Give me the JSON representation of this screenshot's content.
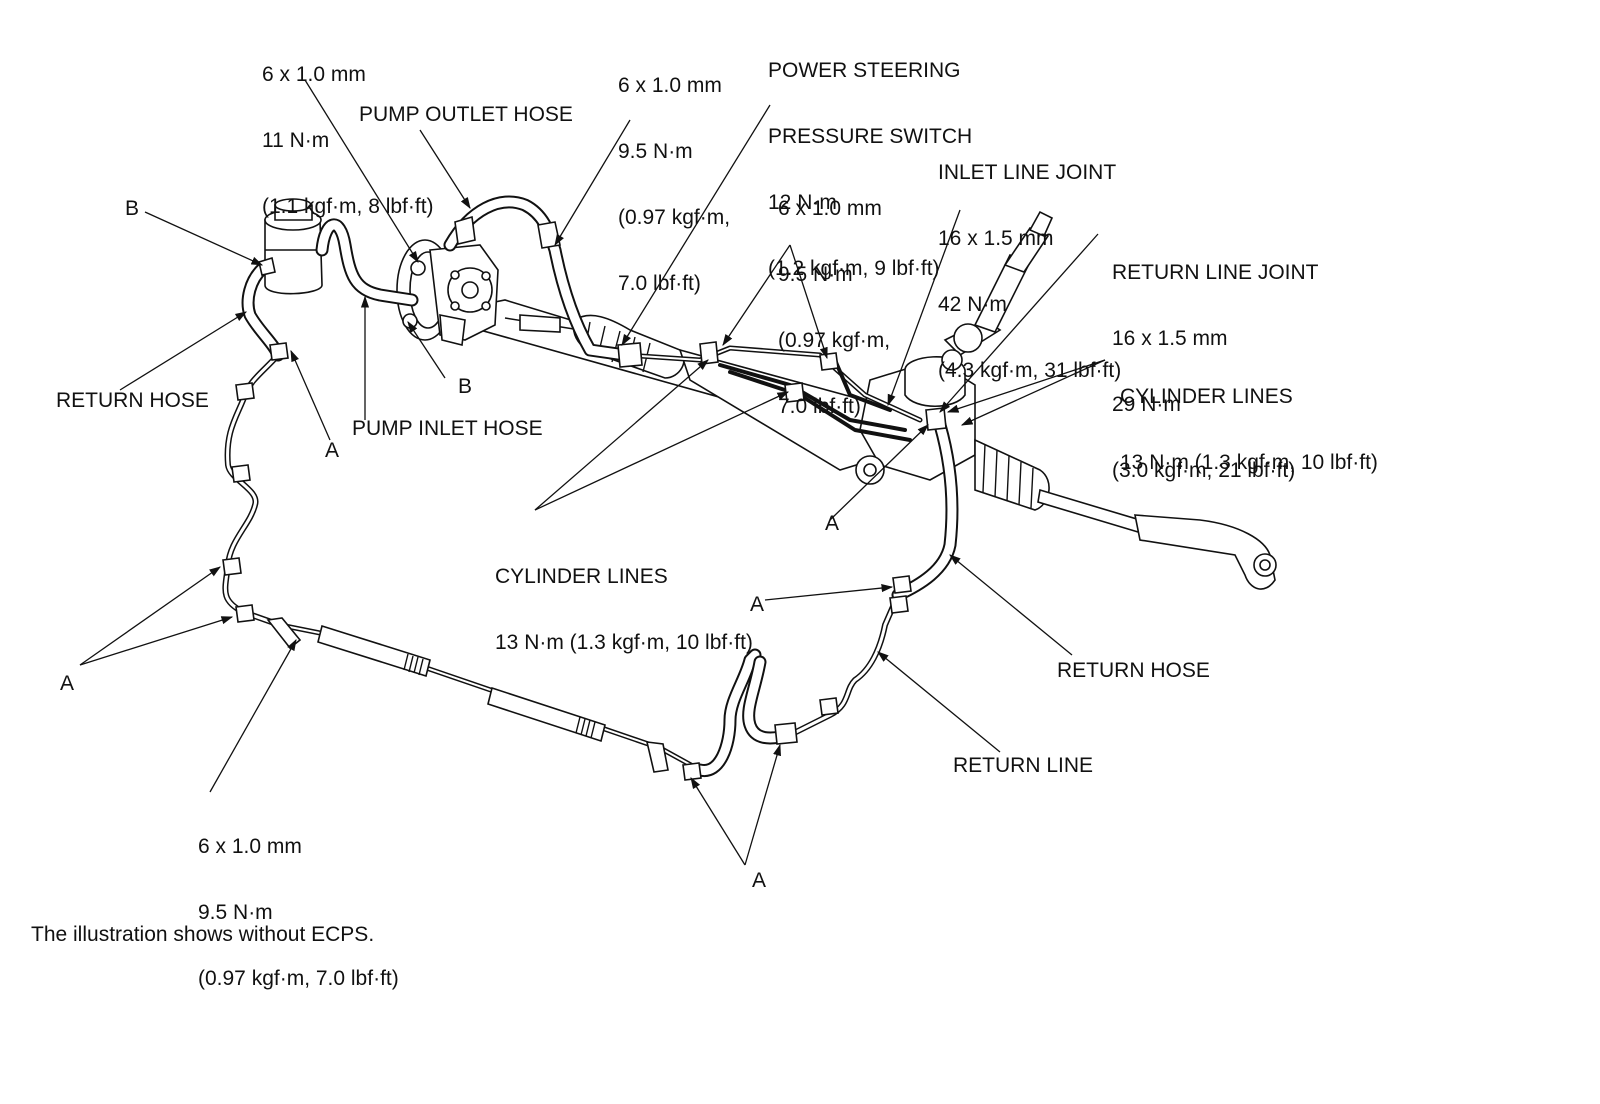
{
  "callouts": {
    "pump_bolt_spec": [
      "6 x 1.0 mm",
      "11 N·m",
      "(1.1 kgf·m, 8 lbf·ft)"
    ],
    "pump_outlet_hose": "PUMP OUTLET HOSE",
    "outlet_clamp_spec": [
      "6 x 1.0 mm",
      "9.5 N·m",
      "(0.97 kgf·m,",
      "7.0 lbf·ft)"
    ],
    "ps_pressure_switch": [
      "POWER STEERING",
      "PRESSURE SWITCH",
      "12 N·m",
      "(1.2 kgf·m, 9 lbf·ft)"
    ],
    "cyl_clamp_spec": [
      "6 x 1.0 mm",
      "9.5 N·m",
      "(0.97 kgf·m,",
      "7.0 lbf·ft)"
    ],
    "inlet_line_joint": [
      "INLET LINE JOINT",
      "16 x 1.5 mm",
      "42 N·m",
      "(4.3 kgf·m, 31 lbf·ft)"
    ],
    "return_line_joint": [
      "RETURN LINE JOINT",
      "16 x 1.5 mm",
      "29 N·m",
      "(3.0 kgf·m, 21 lbf·ft)"
    ],
    "cylinder_lines_right": [
      "CYLINDER LINES",
      "13 N·m (1.3 kgf·m, 10 lbf·ft)"
    ],
    "cylinder_lines_center": [
      "CYLINDER LINES",
      "13 N·m (1.3 kgf·m, 10 lbf·ft)"
    ],
    "return_hose_left": "RETURN HOSE",
    "pump_inlet_hose": "PUMP INLET HOSE",
    "return_hose_right": "RETURN HOSE",
    "return_line": "RETURN LINE",
    "lower_clamp_spec": [
      "6 x 1.0 mm",
      "9.5 N·m",
      "(0.97 kgf·m, 7.0 lbf·ft)"
    ]
  },
  "letters": {
    "b_top": "B",
    "b_pump": "B",
    "a_left_upper": "A",
    "a_left_lower": "A",
    "a_rack": "A",
    "a_right": "A",
    "a_bottom": "A"
  },
  "note": "The illustration shows without ECPS."
}
